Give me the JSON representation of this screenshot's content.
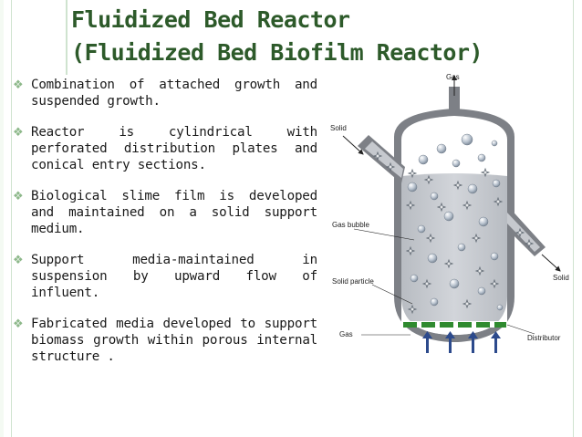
{
  "title": {
    "line1": "Fluidized Bed Reactor",
    "line2": "(Fluidized Bed Biofilm Reactor)"
  },
  "bullets": [
    "Combination of attached growth and suspended growth.",
    "Reactor is cylindrical with perforated distribution plates and conical entry sections.",
    "Biological slime film is developed and maintained on a solid support medium.",
    "Support media-maintained in suspension by upward flow of influent.",
    "Fabricated media developed to support biomass growth within porous internal structure ."
  ],
  "bullet_icon": "leaf-bullet-icon",
  "diagram": {
    "labels": {
      "gas_top": "Gas",
      "solid_in": "Solid",
      "gas_bubble": "Gas bubble",
      "solid_out": "Solid",
      "solid_particle": "Solid particle",
      "gas_bottom": "Gas",
      "distributor": "Distributor"
    },
    "colors": {
      "vessel": "#7d8086",
      "liquid": "#c6c9ce",
      "distributor": "#2f8a2f",
      "arrow": "#2c4a8c"
    }
  },
  "colors": {
    "title": "#2d5a2a",
    "bullet": "#8db88a",
    "text": "#1a1a1a"
  }
}
